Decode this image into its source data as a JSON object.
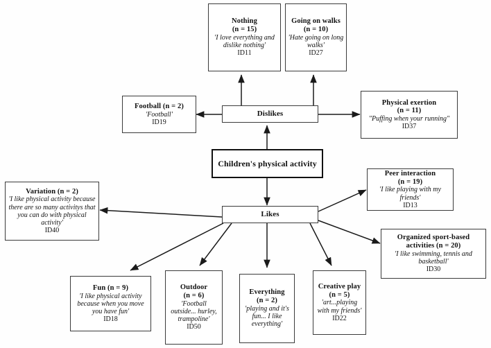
{
  "diagram": {
    "title": "Children's physical activity thematic map",
    "colors": {
      "node_border": "#3a3a3a",
      "root_border": "#111111",
      "edge": "#1a1a1a",
      "background": "#ffffff",
      "text": "#111111"
    },
    "root": {
      "label": "Children's physical activity"
    },
    "branches": {
      "dislikes": {
        "label": "Dislikes"
      },
      "likes": {
        "label": "Likes"
      }
    },
    "nodes": {
      "nothing": {
        "title": "Nothing",
        "count": "(n = 15)",
        "quote": "'I love everything and dislike nothing'",
        "id": "ID11"
      },
      "going_on_walks": {
        "title": "Going on walks",
        "count": "(n = 10)",
        "quote": "'Hate going on long walks'",
        "id": "ID27"
      },
      "football": {
        "title": "Football (n = 2)",
        "count": "",
        "quote": "'Football'",
        "id": "ID19"
      },
      "physical_exertion": {
        "title": "Physical exertion",
        "count": "(n = 11)",
        "quote": "\"Puffing when your running\"",
        "id": "ID37"
      },
      "variation": {
        "title": "Variation (n = 2)",
        "count": "",
        "quote": "'I like physical activity because there are so many activitys that you can do with physical activity'",
        "id": "ID40"
      },
      "peer_interaction": {
        "title": "Peer interaction",
        "count": "(n = 19)",
        "quote": "'I like playing with my friends'",
        "id": "ID13"
      },
      "organized_sport": {
        "title": "Organized sport-based activities (n = 20)",
        "count": "",
        "quote": "'I like swimming, tennis and basketball'",
        "id": "ID30"
      },
      "fun": {
        "title": "Fun (n = 9)",
        "count": "",
        "quote": "'I like physical activity because when you move you have fun'",
        "id": "ID18"
      },
      "outdoor": {
        "title": "Outdoor",
        "count": "(n = 6)",
        "quote": "'Football outside... hurley, trampoline'",
        "id": "ID50"
      },
      "everything": {
        "title": "Everything",
        "count": "(n = 2)",
        "quote": "'playing and it's fun... I like everything'",
        "id": ""
      },
      "creative_play": {
        "title": "Creative play",
        "count": "(n = 5)",
        "quote": "'art...playing with my friends'",
        "id": "ID22"
      }
    }
  }
}
